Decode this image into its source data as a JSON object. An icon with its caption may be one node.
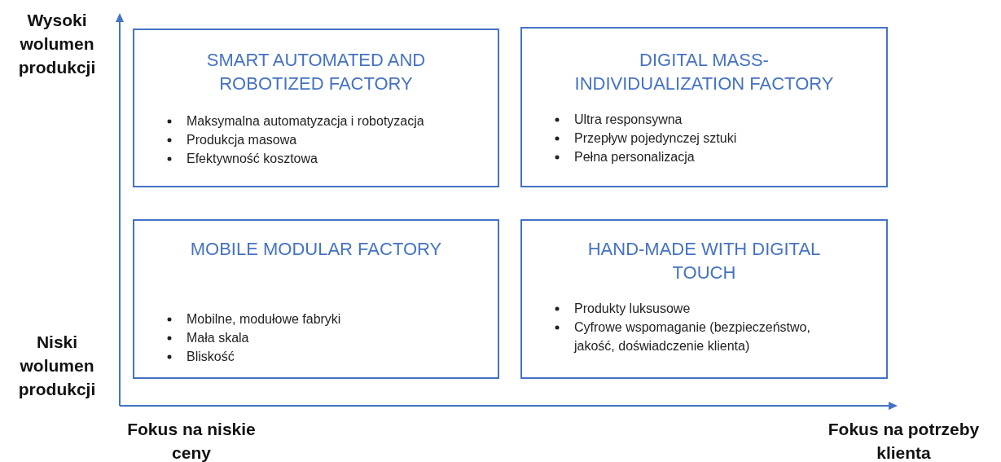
{
  "diagram": {
    "nodes": [
      {
        "text": [
          "SMART AUTOMATED AND ROBOTIZED FACTORY",
          "Maksymalna automatyzacja i robotyzacja",
          "Produkcja masowa",
          "Efektywność kosztowa"
        ]
      },
      {
        "text": [
          "DIGITAL MASS-INDIVIDUALIZATION FACTORY",
          "Ultra responsywna",
          "Przepływ pojedynczej sztuki",
          "Pełna personalizacja"
        ]
      },
      {
        "text": [
          "MOBILE MODULAR FACTORY",
          "Mobilne, modułowe fabryki",
          "Mała skala",
          "Bliskość"
        ]
      },
      {
        "text": [
          "HAND-MADE WITH DIGITAL TOUCH",
          "Produkty luksusowe",
          "Cyfrowe wspomaganie (bezpieczeństwo, jakość, doświadczenie klienta)"
        ]
      }
    ],
    "labels": [
      "Wysoki wolumen produkcji",
      "Niski wolumen produkcji",
      "Fokus na niskie ceny",
      "Fokus na potrzeby klienta"
    ]
  }
}
